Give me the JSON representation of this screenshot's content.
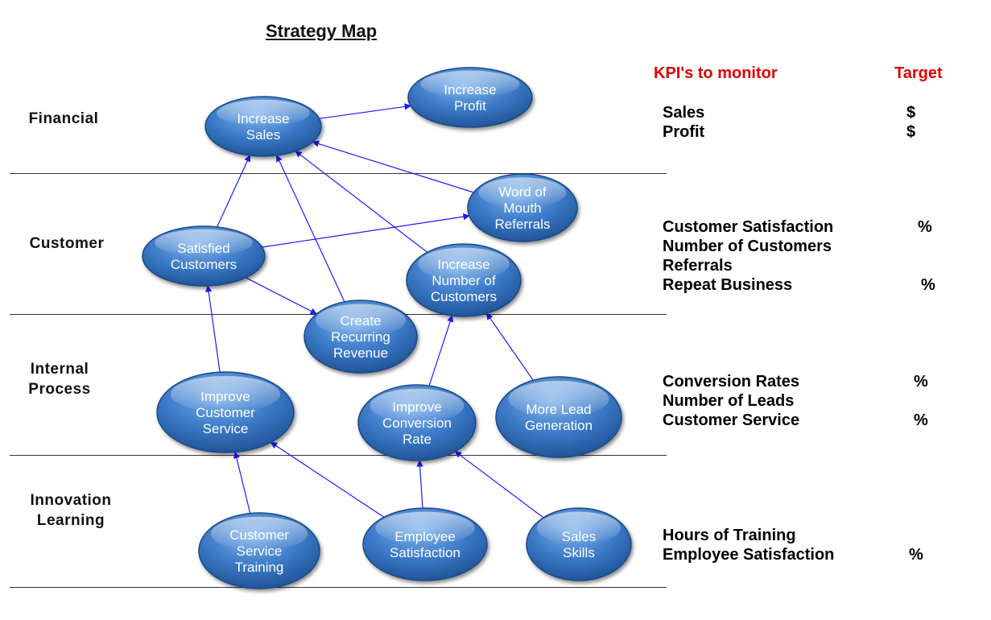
{
  "title": "Strategy Map",
  "headers": {
    "kpis": "KPI's to monitor",
    "target": "Target"
  },
  "perspectives": [
    {
      "id": "financial",
      "lines": [
        "Financial"
      ]
    },
    {
      "id": "customer",
      "lines": [
        "Customer"
      ]
    },
    {
      "id": "internal",
      "lines": [
        "Internal",
        "Process"
      ]
    },
    {
      "id": "learning",
      "lines": [
        "Innovation",
        "Learning"
      ]
    }
  ],
  "nodes": [
    {
      "id": "increase-sales",
      "lines": [
        "Increase",
        "Sales"
      ]
    },
    {
      "id": "increase-profit",
      "lines": [
        "Increase",
        "Profit"
      ]
    },
    {
      "id": "word-of-mouth",
      "lines": [
        "Word of",
        "Mouth",
        "Referrals"
      ]
    },
    {
      "id": "satisfied-customers",
      "lines": [
        "Satisfied",
        "Customers"
      ]
    },
    {
      "id": "increase-customers",
      "lines": [
        "Increase",
        "Number of",
        "Customers"
      ]
    },
    {
      "id": "recurring-revenue",
      "lines": [
        "Create",
        "Recurring",
        "Revenue"
      ]
    },
    {
      "id": "improve-service",
      "lines": [
        "Improve",
        "Customer",
        "Service"
      ]
    },
    {
      "id": "improve-conversion",
      "lines": [
        "Improve",
        "Conversion",
        "Rate"
      ]
    },
    {
      "id": "lead-generation",
      "lines": [
        "More Lead",
        "Generation"
      ]
    },
    {
      "id": "service-training",
      "lines": [
        "Customer",
        "Service",
        "Training"
      ]
    },
    {
      "id": "employee-satisfaction",
      "lines": [
        "Employee",
        "Satisfaction"
      ]
    },
    {
      "id": "sales-skills",
      "lines": [
        "Sales",
        "Skills"
      ]
    }
  ],
  "edges": [
    {
      "from": "increase-sales",
      "to": "increase-profit"
    },
    {
      "from": "satisfied-customers",
      "to": "increase-sales"
    },
    {
      "from": "recurring-revenue",
      "to": "increase-sales"
    },
    {
      "from": "increase-customers",
      "to": "increase-sales"
    },
    {
      "from": "word-of-mouth",
      "to": "increase-sales"
    },
    {
      "from": "satisfied-customers",
      "to": "word-of-mouth"
    },
    {
      "from": "satisfied-customers",
      "to": "recurring-revenue"
    },
    {
      "from": "improve-service",
      "to": "satisfied-customers"
    },
    {
      "from": "improve-conversion",
      "to": "increase-customers"
    },
    {
      "from": "lead-generation",
      "to": "increase-customers"
    },
    {
      "from": "service-training",
      "to": "improve-service"
    },
    {
      "from": "employee-satisfaction",
      "to": "improve-service"
    },
    {
      "from": "employee-satisfaction",
      "to": "improve-conversion"
    },
    {
      "from": "sales-skills",
      "to": "improve-conversion"
    }
  ],
  "kpis": {
    "financial": [
      {
        "name": "Sales",
        "target": "$"
      },
      {
        "name": "Profit",
        "target": "$"
      }
    ],
    "customer": [
      {
        "name": "Customer Satisfaction",
        "target": "%"
      },
      {
        "name": "Number of Customers",
        "target": ""
      },
      {
        "name": "Referrals",
        "target": ""
      },
      {
        "name": "Repeat Business",
        "target": "%"
      }
    ],
    "internal": [
      {
        "name": "Conversion Rates",
        "target": "%"
      },
      {
        "name": "Number of Leads",
        "target": ""
      },
      {
        "name": "Customer Service",
        "target": "%"
      }
    ],
    "learning": [
      {
        "name": "Hours of Training",
        "target": ""
      },
      {
        "name": "Employee Satisfaction",
        "target": "%"
      }
    ]
  },
  "colors": {
    "node_top": "#7fb2ec",
    "node_mid": "#3a78c6",
    "node_bottom": "#1d4f8f",
    "node_stroke": "#1b4a86",
    "arrow": "#1a1aff",
    "header": "#e00000"
  }
}
